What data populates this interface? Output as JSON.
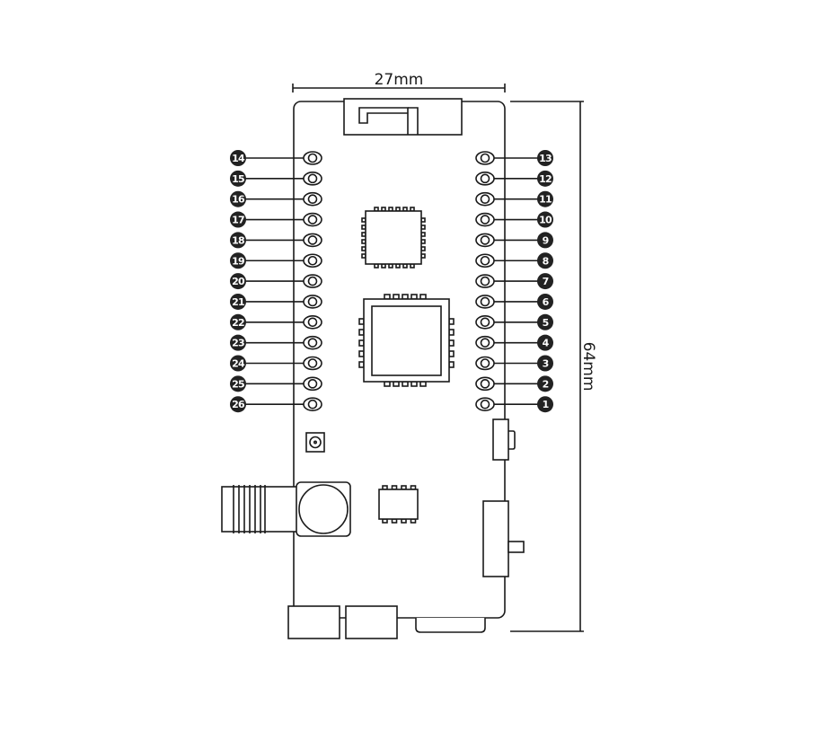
{
  "dimensions": {
    "width": "27mm",
    "height": "64mm"
  },
  "pins_left": [
    "14",
    "15",
    "16",
    "17",
    "18",
    "19",
    "20",
    "21",
    "22",
    "23",
    "24",
    "25",
    "26"
  ],
  "pins_right": [
    "13",
    "12",
    "11",
    "10",
    "9",
    "8",
    "7",
    "6",
    "5",
    "4",
    "3",
    "2",
    "1"
  ],
  "colors": {
    "line": "#1a1a1a",
    "pin_badge": "#222222"
  }
}
